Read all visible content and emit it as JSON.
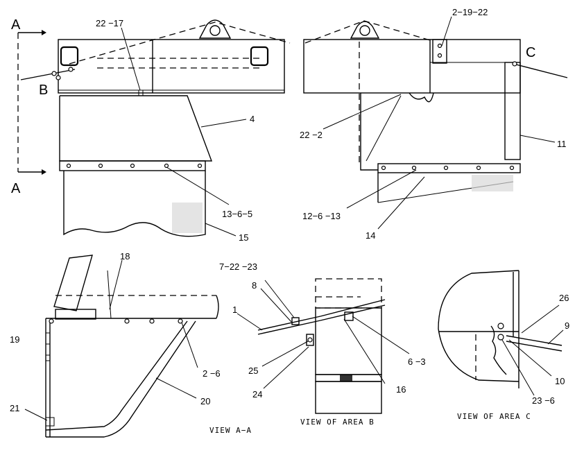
{
  "callouts": {
    "c_22_17": "22 −17",
    "c_4": "4",
    "c_13_6_5": "13−6−5",
    "c_15": "15",
    "c_2_19_22": "2−19−22",
    "c_22_2": "22 −2",
    "c_11": "11",
    "c_12_6_13": "12−6 −13",
    "c_14": "14",
    "c_18": "18",
    "c_19": "19",
    "c_2_6": "2 −6",
    "c_20": "20",
    "c_21": "21",
    "c_7_22_23": "7−22 −23",
    "c_8": "8",
    "c_1": "1",
    "c_25": "25",
    "c_24": "24",
    "c_16": "16",
    "c_6_3": "6 −3",
    "c_26": "26",
    "c_9": "9",
    "c_10": "10",
    "c_23_6": "23 −6"
  },
  "section_marks": {
    "a_top": "A",
    "a_bottom": "A",
    "b": "B",
    "c": "C"
  },
  "captions": {
    "view_aa": "VIEW  A−A",
    "view_b": "VIEW  OF  AREA  B",
    "view_c": "VIEW  OF  AREA  C"
  }
}
